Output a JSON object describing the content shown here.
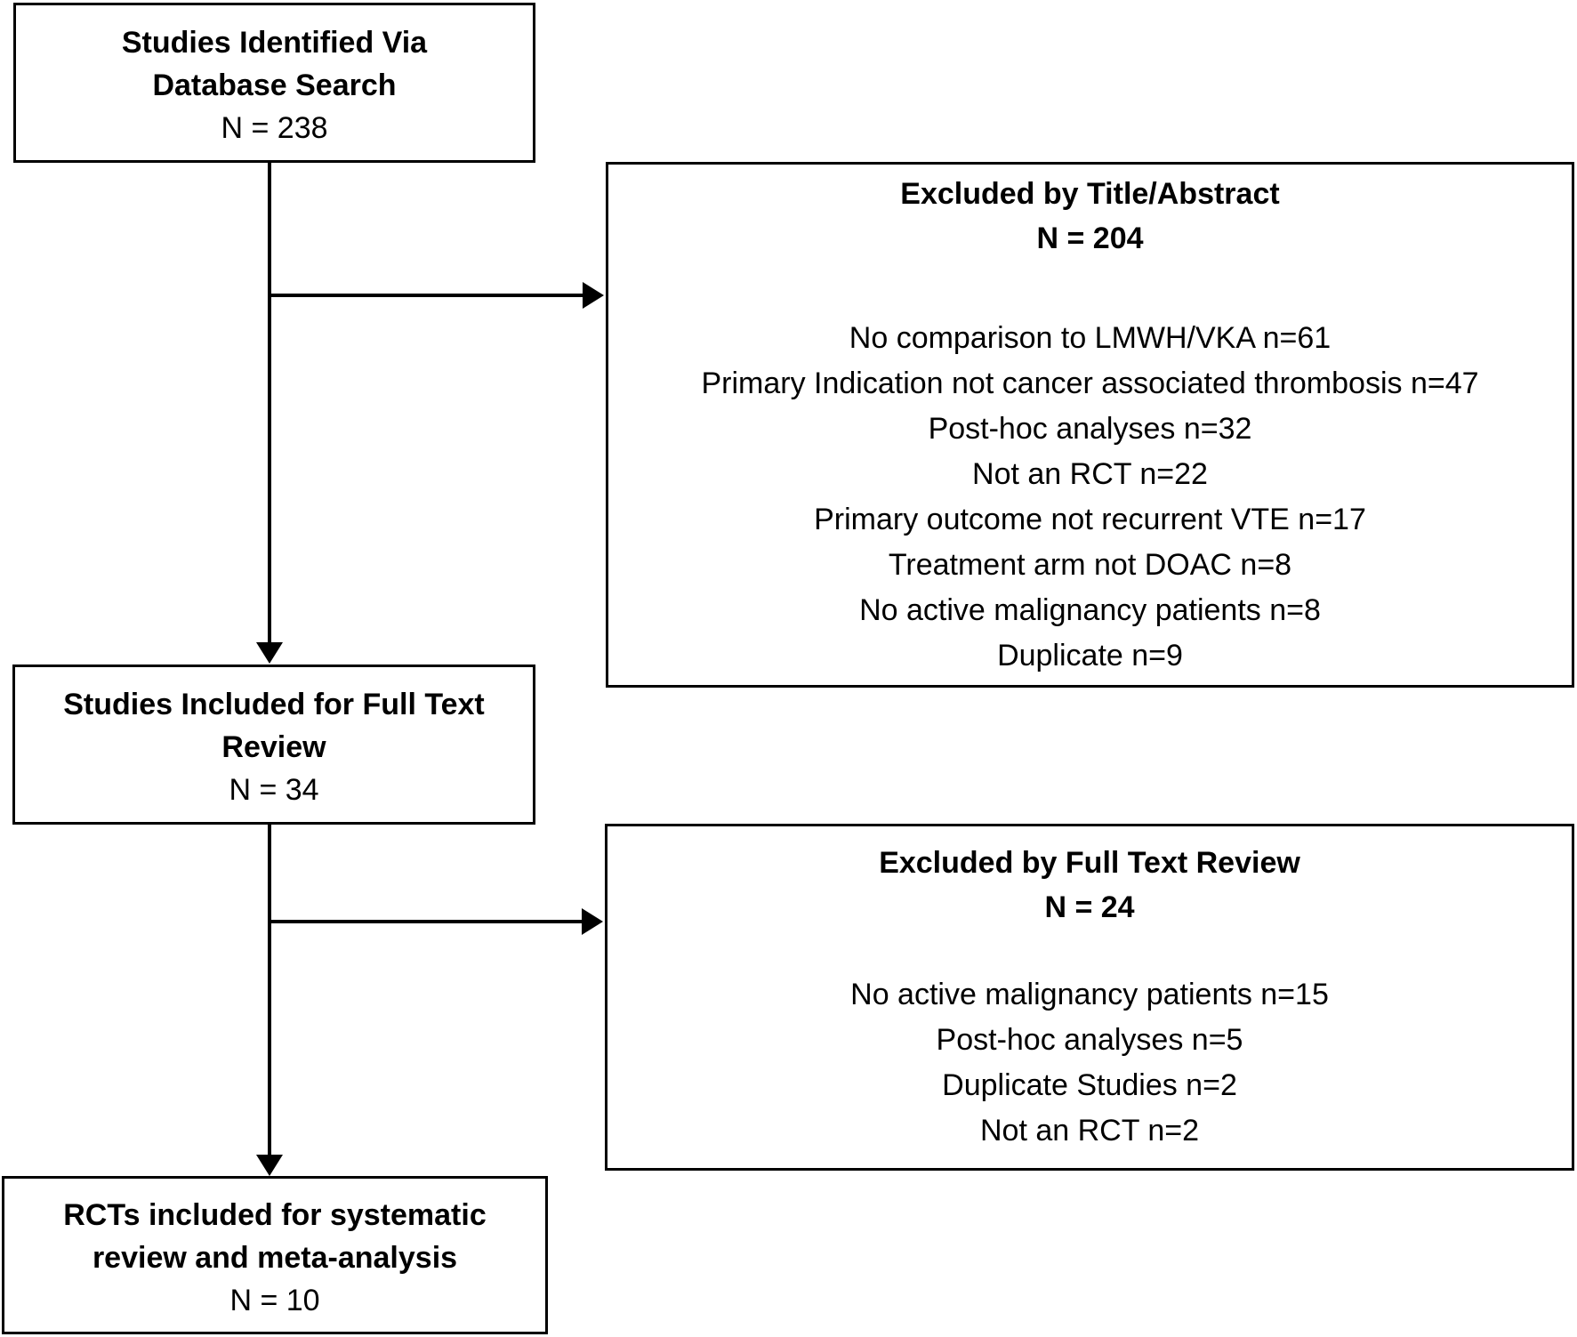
{
  "page": {
    "background_color": "#ffffff",
    "line_color": "#000000",
    "text_color": "#000000"
  },
  "flow": {
    "identified": {
      "title_line1": "Studies Identified Via",
      "title_line2": "Database Search",
      "count_label": "N = 238"
    },
    "excluded_title_abstract": {
      "title": "Excluded by Title/Abstract",
      "count_label": "N = 204",
      "reasons": [
        "No comparison to LMWH/VKA n=61",
        "Primary Indication not cancer associated thrombosis n=47",
        "Post-hoc analyses n=32",
        "Not an RCT n=22",
        "Primary outcome not recurrent VTE n=17",
        "Treatment arm not DOAC n=8",
        "No active malignancy patients n=8",
        "Duplicate n=9"
      ]
    },
    "full_text_review": {
      "title_line1": "Studies Included for Full Text",
      "title_line2": "Review",
      "count_label": "N = 34"
    },
    "excluded_full_text": {
      "title": "Excluded by Full Text Review",
      "count_label": "N = 24",
      "reasons": [
        "No active malignancy patients n=15",
        "Post-hoc analyses n=5",
        "Duplicate Studies n=2",
        "Not an RCT n=2"
      ]
    },
    "included_rcts": {
      "title_line1": "RCTs included for systematic",
      "title_line2": "review and meta-analysis",
      "count_label": "N = 10"
    }
  }
}
